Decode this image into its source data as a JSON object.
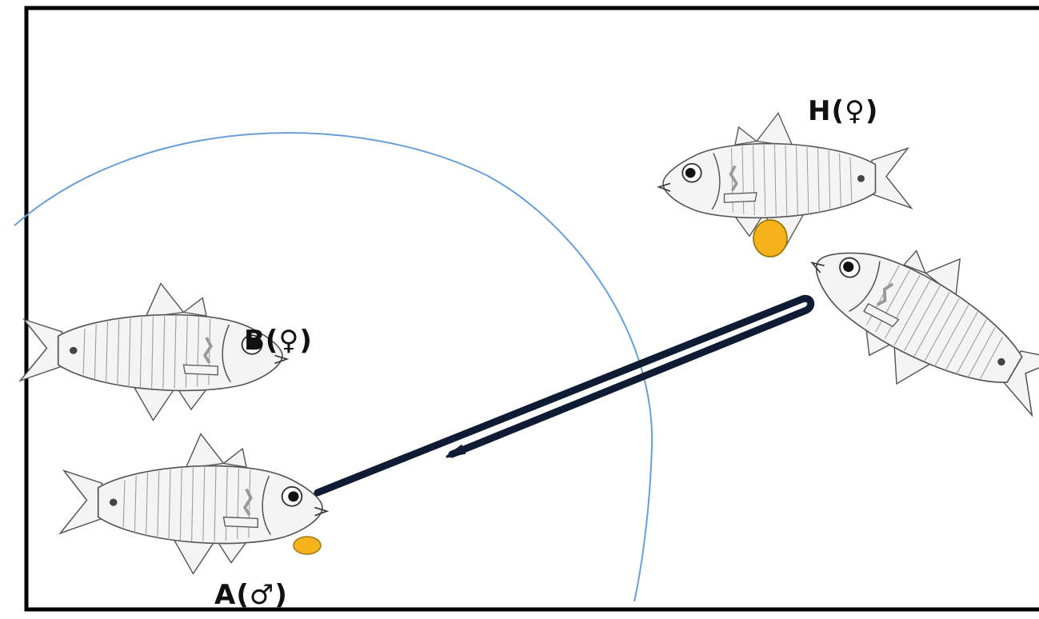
{
  "labels": {
    "fish_a": "A(♂)",
    "fish_b": "B(♀)",
    "fish_h": "H(♀)"
  },
  "colors": {
    "frame": "#000000",
    "egg": "#f5b21b",
    "egg_outline": "#9a7a10",
    "range_arc": "#6a9fd6",
    "arrow": "#0f1b33",
    "fish_line": "#555555",
    "fish_fill": "#f4f4f4"
  },
  "icons": [
    "fish-icon",
    "egg-mass-icon",
    "arrow-icon"
  ]
}
